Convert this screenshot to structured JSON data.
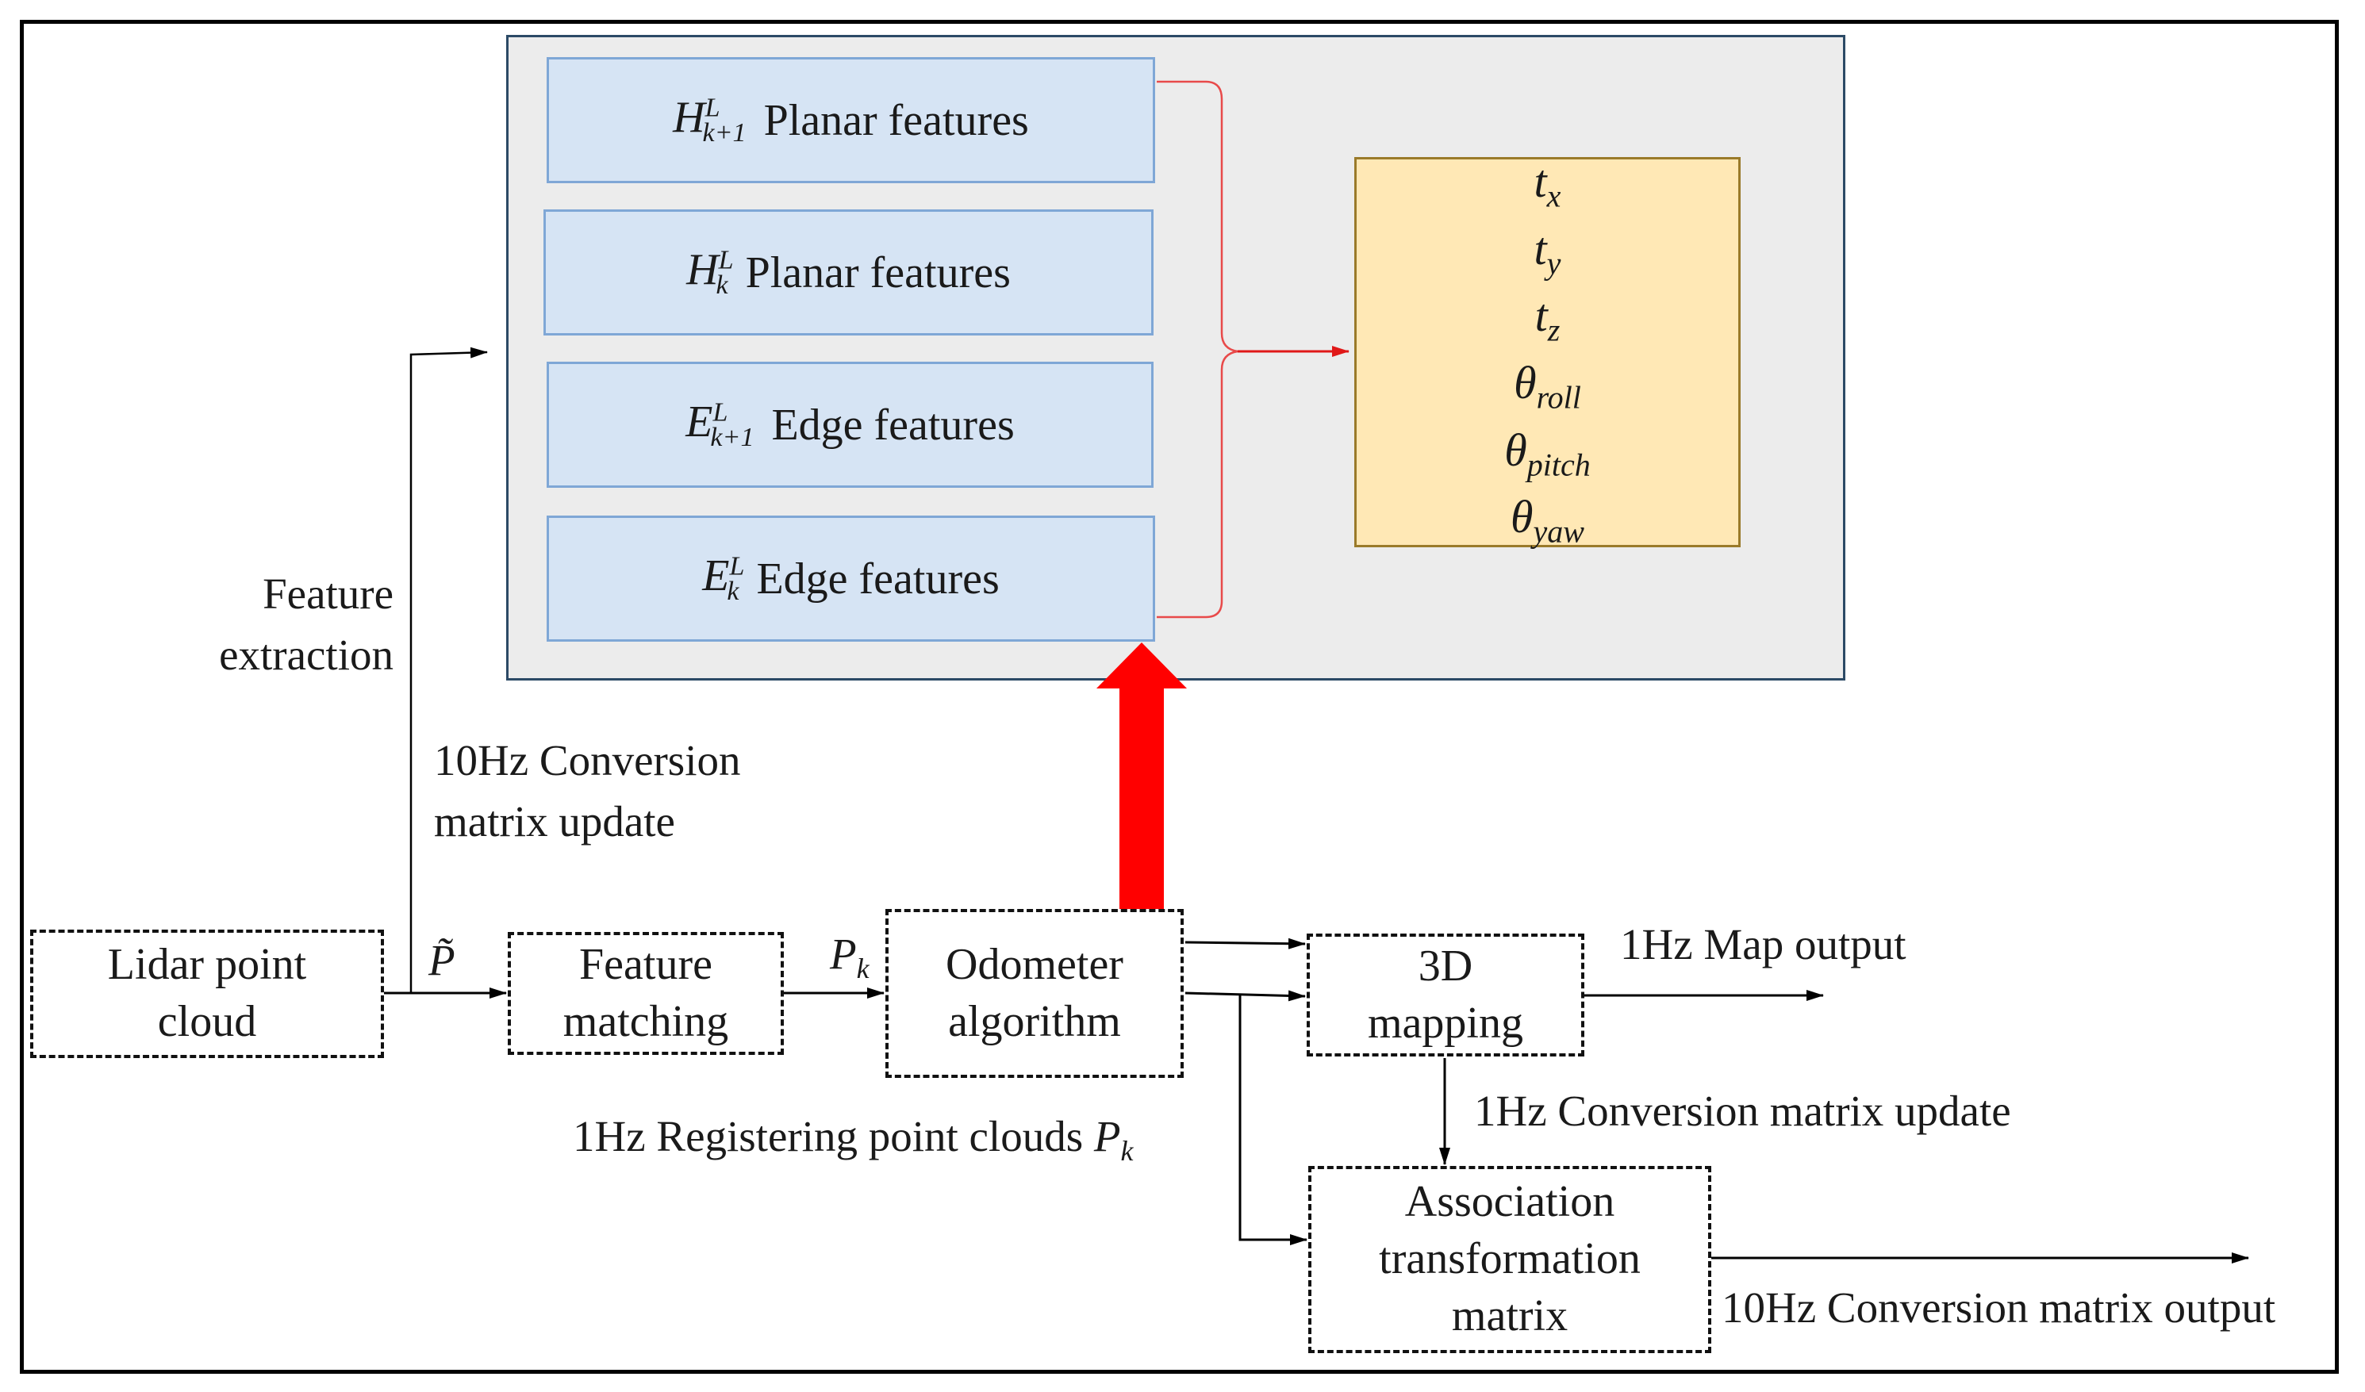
{
  "feature_panel": {
    "items": [
      {
        "base": "H",
        "sup": "L",
        "sub": "k+1",
        "label": "Planar features"
      },
      {
        "base": "H",
        "sup": "L",
        "sub": "k",
        "label": "Planar features"
      },
      {
        "base": "E",
        "sup": "L",
        "sub": "k+1",
        "label": "Edge features"
      },
      {
        "base": "E",
        "sup": "L",
        "sub": "k",
        "label": "Edge features"
      }
    ]
  },
  "parameters": [
    {
      "base": "t",
      "sub": "x"
    },
    {
      "base": "t",
      "sub": "y"
    },
    {
      "base": "t",
      "sub": "z"
    },
    {
      "base": "θ",
      "sub": "roll"
    },
    {
      "base": "θ",
      "sub": "pitch"
    },
    {
      "base": "θ",
      "sub": "yaw"
    }
  ],
  "boxes": {
    "lidar": {
      "line1": "Lidar point",
      "line2": "cloud"
    },
    "matching": {
      "line1": "Feature",
      "line2": "matching"
    },
    "odometer": {
      "line1": "Odometer",
      "line2": "algorithm"
    },
    "mapping": {
      "line1": "3D",
      "line2": "mapping"
    },
    "association": {
      "line1": "Association",
      "line2": "transformation",
      "line3": "matrix"
    }
  },
  "labels": {
    "feature_extraction_1": "Feature",
    "feature_extraction_2": "extraction",
    "conversion_10hz_1": "10Hz Conversion",
    "conversion_10hz_2": "matrix update",
    "p_tilde": "P̃",
    "pk_base": "P",
    "pk_sub": "k",
    "map_output": "1Hz Map output",
    "conversion_1hz": "1Hz Conversion matrix update",
    "registering": "1Hz Registering point clouds",
    "conversion_output": "10Hz Conversion matrix output"
  },
  "colors": {
    "panel_bg": "#ececec",
    "feature_fill": "#d6e4f4",
    "param_fill": "#ffe8b5",
    "bracket": "#e84a4a",
    "big_arrow": "#ff0000"
  }
}
